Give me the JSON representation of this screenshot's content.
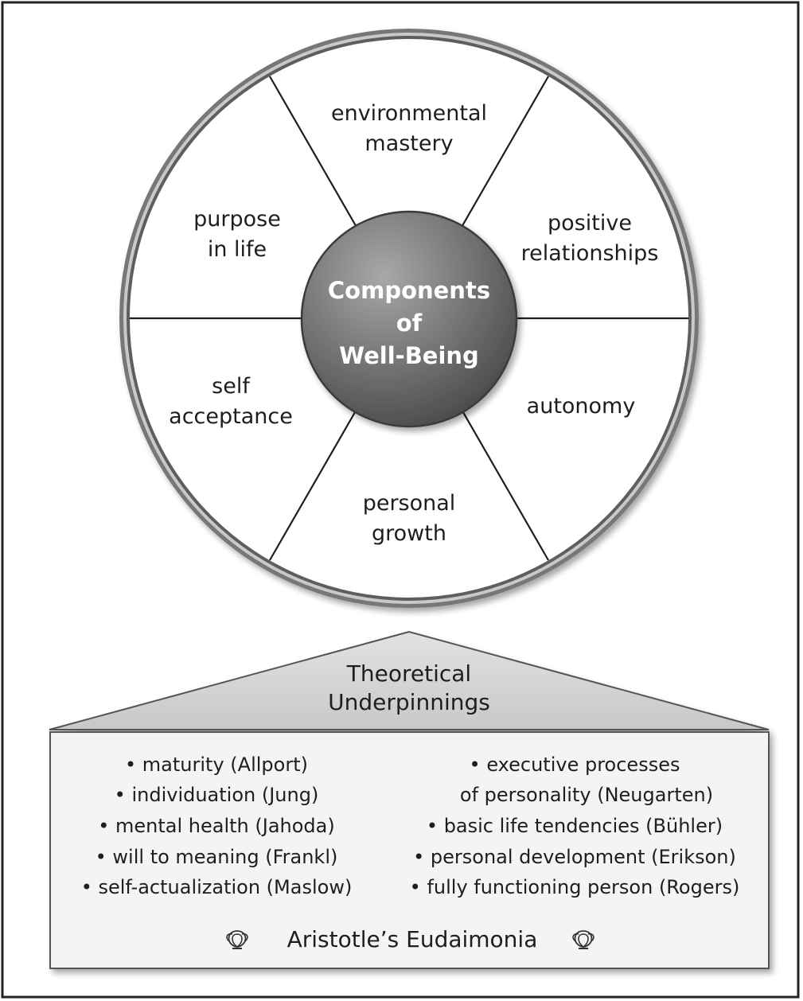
{
  "wheel": {
    "center_title": [
      "Components",
      "of",
      "Well-Being"
    ],
    "segments": [
      {
        "id": "environmental-mastery",
        "lines": [
          "environmental",
          "mastery"
        ]
      },
      {
        "id": "positive-relationships",
        "lines": [
          "positive",
          "relationships"
        ]
      },
      {
        "id": "autonomy",
        "lines": [
          "autonomy"
        ]
      },
      {
        "id": "personal-growth",
        "lines": [
          "personal",
          "growth"
        ]
      },
      {
        "id": "self-acceptance",
        "lines": [
          "self",
          "acceptance"
        ]
      },
      {
        "id": "purpose-in-life",
        "lines": [
          "purpose",
          "in life"
        ]
      }
    ]
  },
  "foundation": {
    "title": [
      "Theoretical",
      "Underpinnings"
    ],
    "left_items": [
      "• maturity (Allport)",
      "• individuation (Jung)",
      "• mental health (Jahoda)",
      "• will to meaning (Frankl)",
      "• self-actualization (Maslow)"
    ],
    "right_items": [
      "• executive processes",
      "of personality (Neugarten)",
      "• basic life tendencies (Bühler)",
      "• personal development (Erikson)",
      "• fully functioning person (Rogers)"
    ],
    "footer": "Aristotle’s Eudaimonia",
    "footer_icon": "shell-ornament-icon"
  },
  "colors": {
    "frame": "#222222",
    "ring": "#6e6e6e",
    "hub_light": "#a8a8a8",
    "hub_dark": "#4a4a4a",
    "roof": "#d4d4d4",
    "box_fill": "#f4f4f4",
    "text": "#1e1e1e"
  }
}
